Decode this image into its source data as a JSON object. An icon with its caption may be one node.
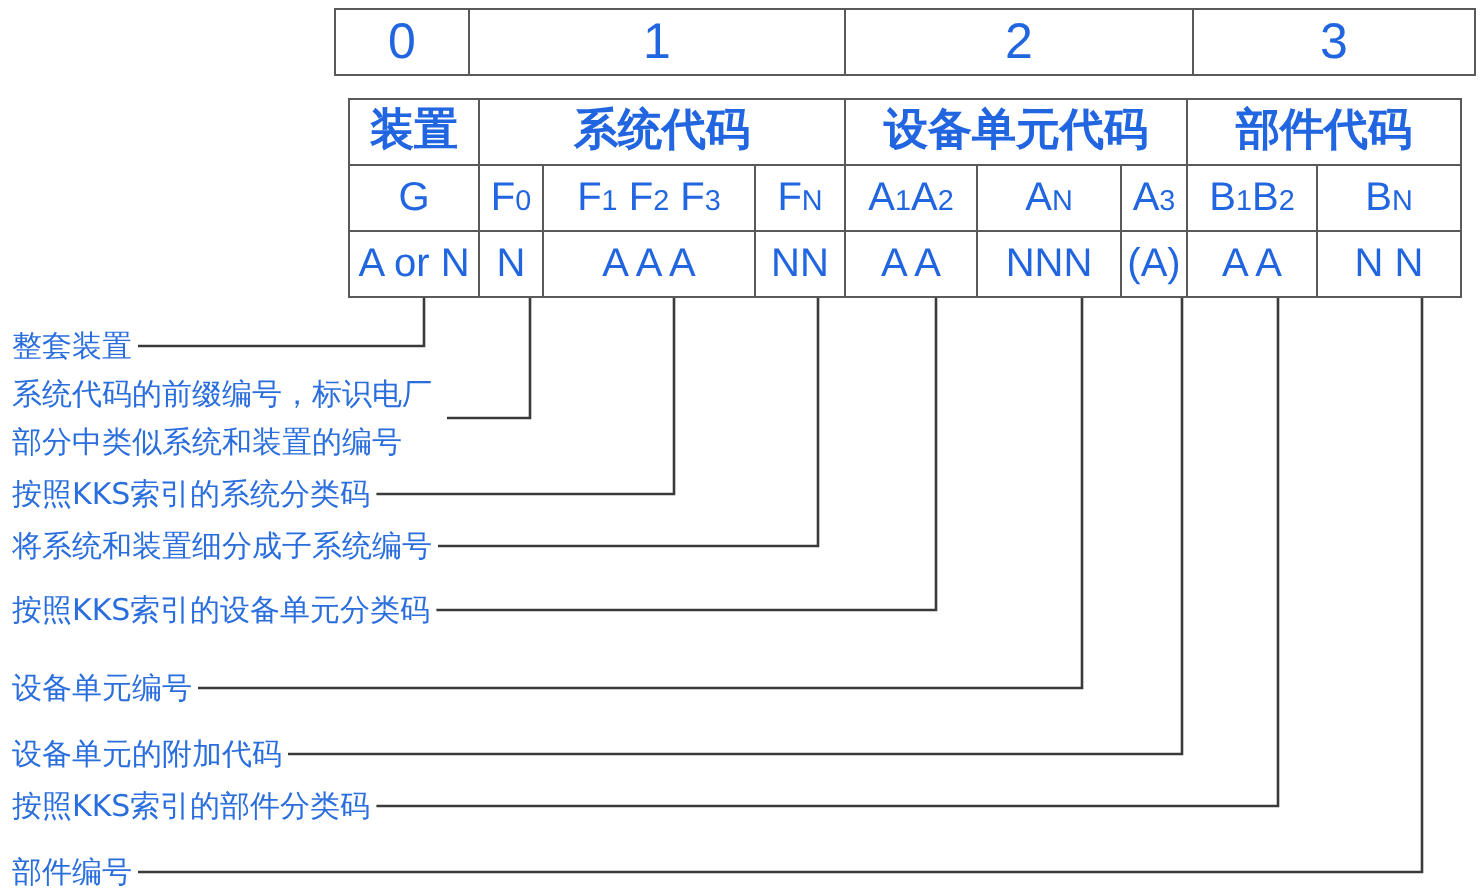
{
  "diagram": {
    "nodes": [
      {
        "text": [
          "0"
        ]
      },
      {
        "text": [
          "1"
        ]
      },
      {
        "text": [
          "2"
        ]
      },
      {
        "text": [
          "3"
        ]
      },
      {
        "text": [
          "装置"
        ]
      },
      {
        "text": [
          "系统代码"
        ]
      },
      {
        "text": [
          "设备单元代码"
        ]
      },
      {
        "text": [
          "部件代码"
        ]
      },
      {
        "text": [
          "G"
        ]
      },
      {
        "text": [
          "F$_{0}$"
        ]
      },
      {
        "text": [
          "F$_{1}$ F$_{2}$ F$_{3}$"
        ]
      },
      {
        "text": [
          "F$_{N}$"
        ]
      },
      {
        "text": [
          "A$_{1}$A$_{2}$"
        ]
      },
      {
        "text": [
          "A$_{N}$"
        ]
      },
      {
        "text": [
          "A$_{3}$"
        ]
      },
      {
        "text": [
          "B$_{1}$B$_{2}$"
        ]
      },
      {
        "text": [
          "B$_{N}$"
        ]
      },
      {
        "text": [
          "A or N"
        ]
      },
      {
        "text": [
          "N"
        ]
      },
      {
        "text": [
          "A A A"
        ]
      },
      {
        "text": [
          "NN"
        ]
      },
      {
        "text": [
          "A A"
        ]
      },
      {
        "text": [
          "NNN"
        ]
      },
      {
        "text": [
          "(A)"
        ]
      },
      {
        "text": [
          "A A"
        ]
      },
      {
        "text": [
          "N N"
        ]
      },
      {
        "text": [
          "整套装置"
        ]
      },
      {
        "text": [
          "系统代码的前缀编号，标识电厂部分中类似系统和装置的编号"
        ]
      },
      {
        "text": [
          "按照KKS索引的系统分类码"
        ]
      },
      {
        "text": [
          "将系统和装置细分成子系统编号"
        ]
      },
      {
        "text": [
          "按照KKS索引的设备单元分类码"
        ]
      },
      {
        "text": [
          "设备单元编号"
        ]
      },
      {
        "text": [
          "设备单元的附加代码"
        ]
      },
      {
        "text": [
          "按照KKS索引的部件分类码"
        ]
      },
      {
        "text": [
          "部件编号"
        ]
      }
    ],
    "edges": [
      {
        "from": 26,
        "to": 17,
        "arrow": "none"
      },
      {
        "from": 27,
        "to": 18,
        "arrow": "none"
      },
      {
        "from": 28,
        "to": 19,
        "arrow": "none"
      },
      {
        "from": 29,
        "to": 20,
        "arrow": "none"
      },
      {
        "from": 30,
        "to": 21,
        "arrow": "none"
      },
      {
        "from": 31,
        "to": 22,
        "arrow": "none"
      },
      {
        "from": 32,
        "to": 23,
        "arrow": "none"
      },
      {
        "from": 33,
        "to": 24,
        "arrow": "none"
      },
      {
        "from": 34,
        "to": 25,
        "arrow": "none"
      }
    ]
  }
}
